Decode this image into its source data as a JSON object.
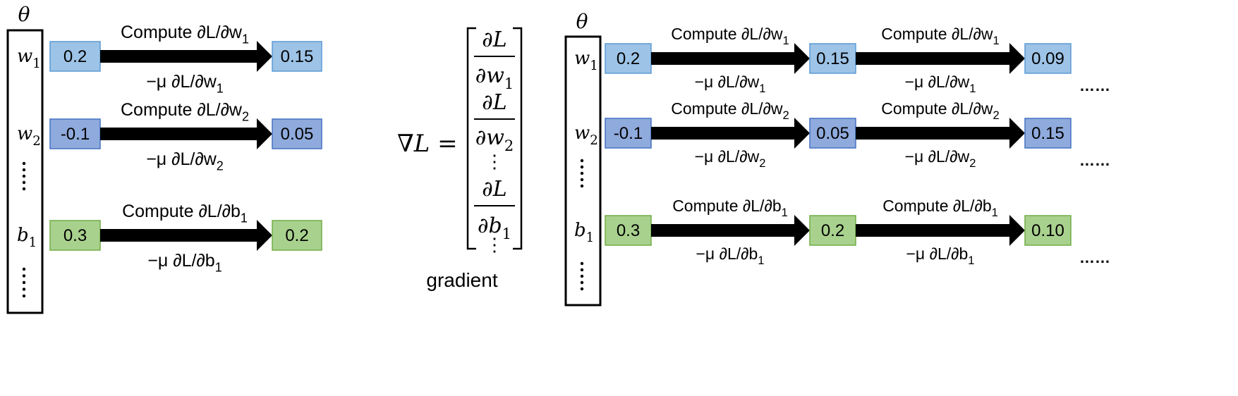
{
  "colors": {
    "blue_light": "#9DC3E6",
    "blue_light_border": "#5B9BD5",
    "blue_dark": "#8FAADC",
    "blue_dark_border": "#4472C4",
    "green": "#A9D18E",
    "green_border": "#70AD47",
    "ink": "#000000"
  },
  "left_panel": {
    "theta": "θ",
    "params": [
      {
        "sym": "w",
        "sub": "1",
        "value": "0.2",
        "next": "0.15",
        "color": "blue_light",
        "top_label": "Compute ∂L/∂w",
        "top_sub": "1",
        "bottom_label": "−μ ∂L/∂w",
        "bottom_sub": "1"
      },
      {
        "sym": "w",
        "sub": "2",
        "value": "-0.1",
        "next": "0.05",
        "color": "blue_dark",
        "top_label": "Compute ∂L/∂w",
        "top_sub": "2",
        "bottom_label": "−μ ∂L/∂w",
        "bottom_sub": "2"
      },
      {
        "sym": "b",
        "sub": "1",
        "value": "0.3",
        "next": "0.2",
        "color": "green",
        "top_label": "Compute ∂L/∂b",
        "top_sub": "1",
        "bottom_label": "−μ ∂L/∂b",
        "bottom_sub": "1"
      }
    ]
  },
  "gradient": {
    "lhs": "∇L =",
    "entries": [
      {
        "num": "∂L",
        "den": "∂w",
        "den_sub": "1"
      },
      {
        "num": "∂L",
        "den": "∂w",
        "den_sub": "2"
      },
      {
        "num": "∂L",
        "den": "∂b",
        "den_sub": "1"
      }
    ],
    "dots": "⋮",
    "caption": "gradient"
  },
  "right_panel": {
    "theta": "θ",
    "ellipsis": "……",
    "params": [
      {
        "sym": "w",
        "sub": "1",
        "values": [
          "0.2",
          "0.15",
          "0.09"
        ],
        "color": "blue_light",
        "top_label": "Compute ∂L/∂w",
        "top_sub": "1",
        "bottom_label": "−μ ∂L/∂w",
        "bottom_sub": "1"
      },
      {
        "sym": "w",
        "sub": "2",
        "values": [
          "-0.1",
          "0.05",
          "0.15"
        ],
        "color": "blue_dark",
        "top_label": "Compute ∂L/∂w",
        "top_sub": "2",
        "bottom_label": "−μ ∂L/∂w",
        "bottom_sub": "2"
      },
      {
        "sym": "b",
        "sub": "1",
        "values": [
          "0.3",
          "0.2",
          "0.10"
        ],
        "color": "green",
        "top_label": "Compute ∂L/∂b",
        "top_sub": "1",
        "bottom_label": "−μ ∂L/∂b",
        "bottom_sub": "1"
      }
    ]
  }
}
